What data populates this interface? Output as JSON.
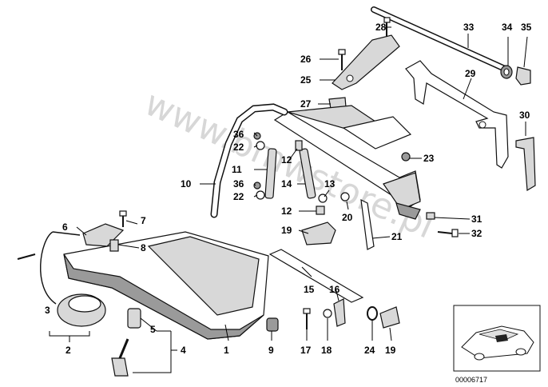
{
  "watermark": "www.bmwstore.pl",
  "figure_id": "00006717",
  "callouts": [
    "1",
    "2",
    "3",
    "4",
    "5",
    "6",
    "7",
    "8",
    "9",
    "10",
    "11",
    "12",
    "12",
    "13",
    "14",
    "15",
    "16",
    "17",
    "18",
    "19",
    "19",
    "20",
    "21",
    "22",
    "22",
    "23",
    "24",
    "25",
    "26",
    "27",
    "28",
    "29",
    "30",
    "31",
    "32",
    "33",
    "34",
    "35",
    "36",
    "36"
  ]
}
